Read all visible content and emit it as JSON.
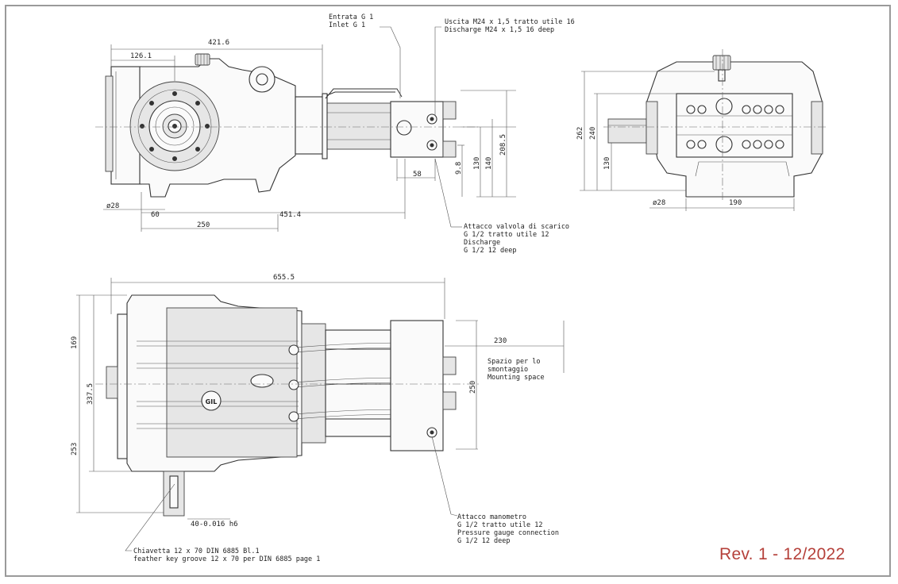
{
  "labels": {
    "inlet_it": "Entrata G 1",
    "inlet_en": "Inlet G 1",
    "discharge_it": "Uscita M24 x 1,5 tratto utile 16",
    "discharge_en": "Discharge M24 x 1,5  16 deep",
    "valve_1": "Attacco valvola di scarico",
    "valve_2": "G 1/2  tratto utile 12",
    "valve_3": "Discharge",
    "valve_4": "G 1/2  12 deep",
    "gauge_1": "Attacco manometro",
    "gauge_2": "G 1/2  tratto utile 12",
    "gauge_3": "Pressure gauge connection",
    "gauge_4": "G 1/2  12 deep",
    "key_1": "Chiavetta 12 x 70 DIN 6885 Bl.1",
    "key_2": "feather key groove 12 x 70 per DIN 6885 page 1",
    "mount_1": "Spazio per lo",
    "mount_2": "smontaggio",
    "mount_3": "Mounting space",
    "logo": "GIL",
    "revision": "Rev. 1 - 12/2022"
  },
  "dimensions": {
    "d421": "421.6",
    "d126": "126.1",
    "d208": "208.5",
    "d140": "140",
    "d130a": "130",
    "d98": "9.8",
    "d58": "58",
    "d28a": "ø28",
    "d60": "60",
    "d451": "451.4",
    "d250a": "250",
    "d262": "262",
    "d240": "240",
    "d130b": "130",
    "d28b": "ø28",
    "d190": "190",
    "d655": "655.5",
    "d169": "169",
    "d337": "337.5",
    "d253": "253",
    "d230": "230",
    "d250b": "250",
    "d40": "40-0.016 h6"
  }
}
